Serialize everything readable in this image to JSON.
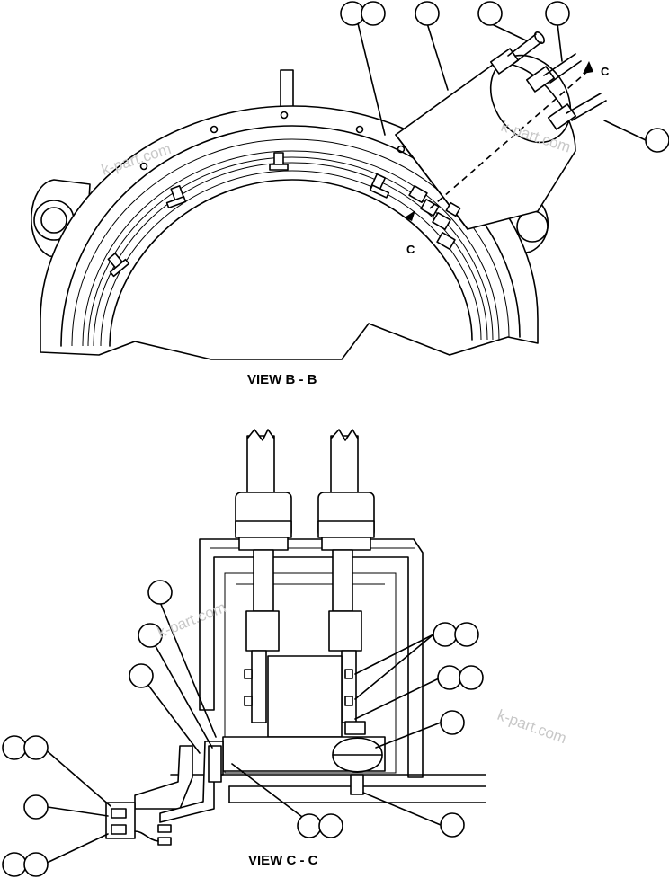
{
  "views": {
    "top_label": "VIEW B - B",
    "bottom_label": "VIEW C - C"
  },
  "section_marker": {
    "letter_upper": "C",
    "letter_lower": "C"
  },
  "watermarks": [
    "k-part.com",
    "k-part.com",
    "k-part.com",
    "k-part.com"
  ]
}
